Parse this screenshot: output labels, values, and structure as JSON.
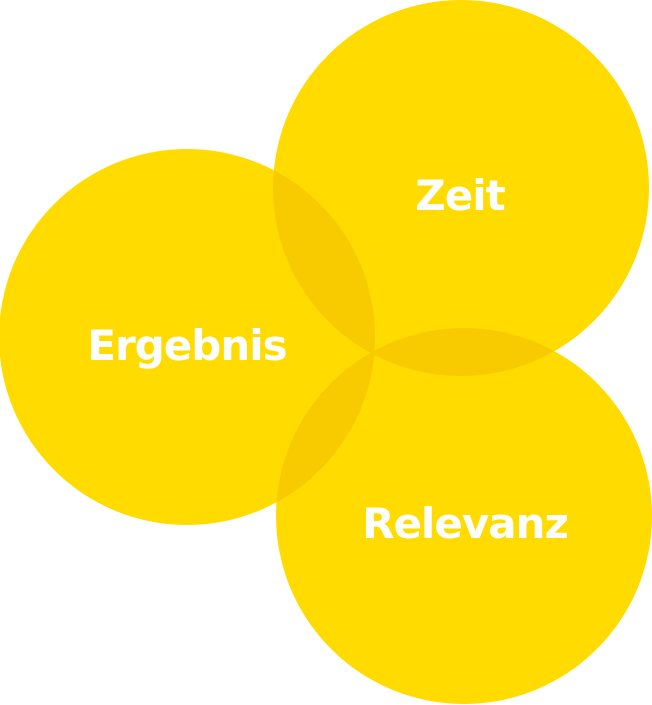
{
  "diagram": {
    "circles": [
      {
        "id": "ergebnis",
        "label": "Ergebnis"
      },
      {
        "id": "zeit",
        "label": "Zeit"
      },
      {
        "id": "relevanz",
        "label": "Relevanz"
      }
    ],
    "colors": {
      "fill": "#FFDB00",
      "overlap": "#F8CB00",
      "text": "#FFFFFF"
    }
  }
}
